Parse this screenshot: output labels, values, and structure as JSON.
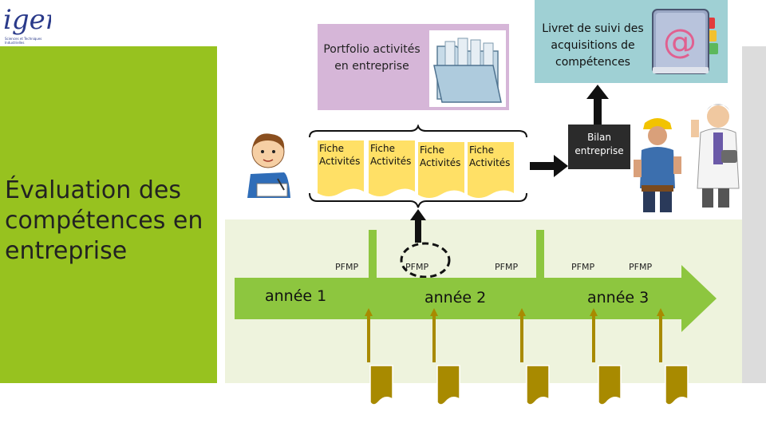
{
  "logo": {
    "mark": "igen",
    "tagline": "Sciences et Techniques Industrielles"
  },
  "title": "Évaluation des compétences en entreprise",
  "portfolio": {
    "label": "Portfolio activités en entreprise"
  },
  "livret": {
    "label": "Livret de suivi des acquisitions de compétences",
    "icon": "@"
  },
  "fiches": [
    {
      "line1": "Fiche",
      "line2": "Activités"
    },
    {
      "line1": "Fiche",
      "line2": "Activités"
    },
    {
      "line1": "Fiche",
      "line2": "Activités"
    },
    {
      "line1": "Fiche",
      "line2": "Activités"
    }
  ],
  "bilan": {
    "label": "Bilan entreprise"
  },
  "timeline": {
    "years": [
      "année 1",
      "année 2",
      "année 3"
    ],
    "pfmp_label": "PFMP",
    "pfmp": [
      "PFMP",
      "PFMP",
      "PFMP",
      "PFMP",
      "PFMP"
    ]
  },
  "colors": {
    "green_panel": "#97c21f",
    "arrow": "#8dc63f",
    "portfolio_box": "#d6b6d8",
    "livret_box": "#9fd0d4",
    "fiche": "#ffe066",
    "doc": "#a88a00"
  }
}
